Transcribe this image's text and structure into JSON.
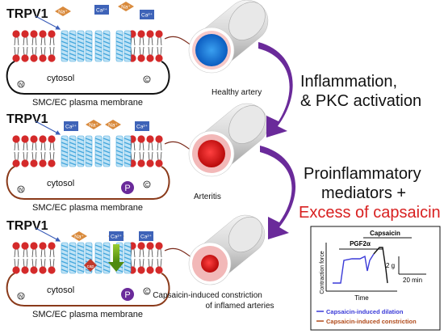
{
  "panels": [
    {
      "protein": "TRPV1",
      "cytosol": "cytosol",
      "membrane": "SMC/EC plasma membrane",
      "vessel": "Healthy artery",
      "vessel_line2": ""
    },
    {
      "protein": "TRPV1",
      "cytosol": "cytosol",
      "membrane": "SMC/EC plasma membrane",
      "vessel": "Arteritis",
      "vessel_line2": ""
    },
    {
      "protein": "TRPV1",
      "cytosol": "cytosol",
      "membrane": "SMC/EC plasma membrane",
      "vessel": "Capsaicin-induced constriction",
      "vessel_line2": "of inflamed arteries"
    }
  ],
  "ions": {
    "na": "Na⁺",
    "ca": "Ca²⁺"
  },
  "terminals": {
    "n": "N",
    "c": "C"
  },
  "phospho": "P",
  "cap_label": "cap",
  "steps": {
    "step1_line1": "Inflammation,",
    "step1_line2": "& PKC activation",
    "step2_line1": "Proinflammatory",
    "step2_line2": "mediators +",
    "step2_line3": "Excess of capsaicin"
  },
  "inset": {
    "top_label": "Capsaicin",
    "second_label": "PGF2α",
    "ylabel": "Contraction force",
    "xlabel": "Time",
    "scale_force": "2 g",
    "scale_time": "20 min",
    "legend_dilation": "Capsaicin-induced dilation",
    "legend_constriction": "Capsaicin-induced constriction"
  },
  "colors": {
    "lipid_head": "#d42a2a",
    "helix": "#44a6dc",
    "na_tag": "#d98a3c",
    "ca_tag": "#3e63b8",
    "arrow_purple": "#6a2a9a",
    "healthy_core": "#1a7ad8",
    "inflamed_core": "#e01818",
    "dilation": "#3a3ad8",
    "constriction": "#b04a1a",
    "accent_red": "#d82020"
  }
}
